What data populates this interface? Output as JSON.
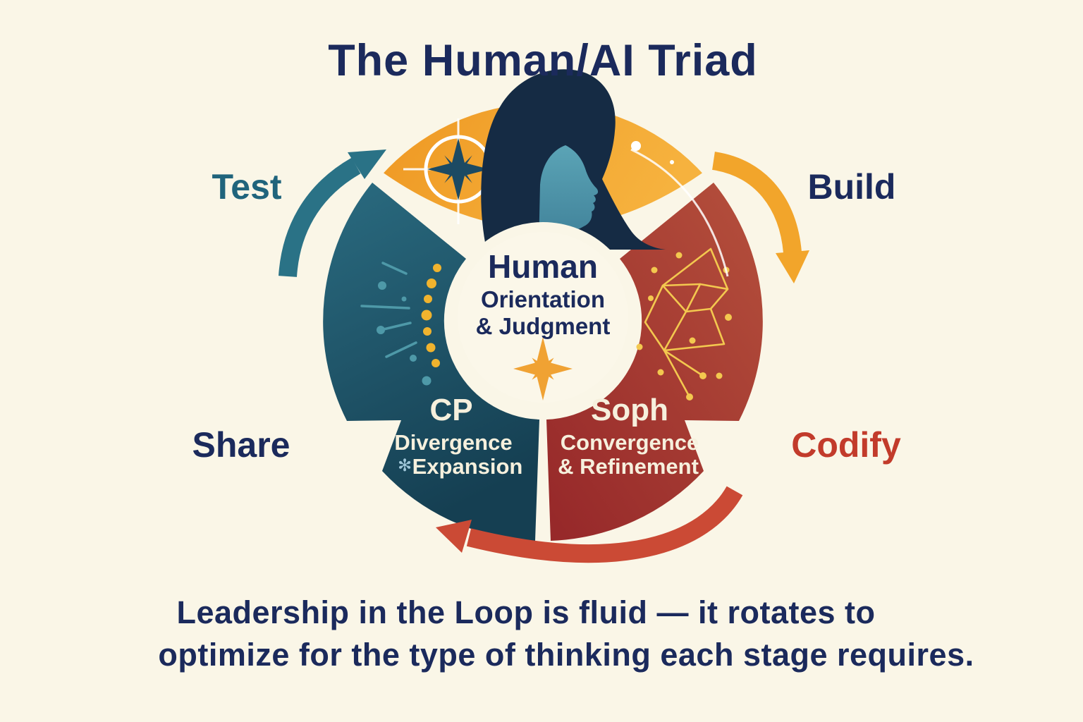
{
  "title": "The Human/AI Triad",
  "stages": {
    "test": "Test",
    "build": "Build",
    "share": "Share",
    "codify": "Codify"
  },
  "center": {
    "title": "Human",
    "subtitle_line1": "Orientation",
    "subtitle_line2": "& Judgment"
  },
  "left_segment": {
    "title": "CP",
    "line1": "Divergence",
    "line2": "Expansion",
    "line2_prefix_glyph": "✻"
  },
  "right_segment": {
    "title": "Soph",
    "line1": "Convergence",
    "line2": "& Refinement"
  },
  "caption": {
    "line1": "Leadership in the Loop is fluid — it rotates to",
    "line2": "optimize for the type of thinking each stage requires."
  },
  "colors": {
    "background": "#FAF6E7",
    "navy": "#1B2A5C",
    "teal_segment": "#1E5A70",
    "teal_label": "#20647C",
    "teal_arrow": "#2A7286",
    "orange_segment": "#F2A63B",
    "orange_arrow": "#F2A52B",
    "red_segment": "#A63B31",
    "red_arrow": "#CB4A35",
    "codify_label": "#C23B2B",
    "cream": "#FBF7E9",
    "gold": "#F3C84F",
    "face_teal": "#4E96AB",
    "hair_navy": "#152B44"
  }
}
